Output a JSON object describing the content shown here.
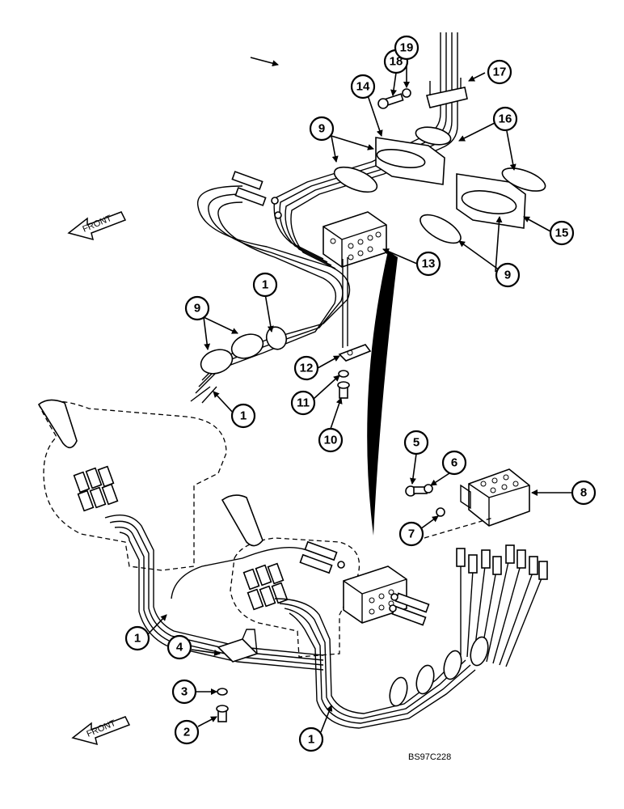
{
  "front_labels": [
    "FRONT",
    "FRONT"
  ],
  "figure_code": "BS97C228",
  "callouts": [
    {
      "id": "c1a",
      "label": "1"
    },
    {
      "id": "c1b",
      "label": "1"
    },
    {
      "id": "c1c",
      "label": "1"
    },
    {
      "id": "c1d",
      "label": "1"
    },
    {
      "id": "c2",
      "label": "2"
    },
    {
      "id": "c3",
      "label": "3"
    },
    {
      "id": "c4",
      "label": "4"
    },
    {
      "id": "c5",
      "label": "5"
    },
    {
      "id": "c6",
      "label": "6"
    },
    {
      "id": "c7",
      "label": "7"
    },
    {
      "id": "c8",
      "label": "8"
    },
    {
      "id": "c9a",
      "label": "9"
    },
    {
      "id": "c9b",
      "label": "9"
    },
    {
      "id": "c9c",
      "label": "9"
    },
    {
      "id": "c10",
      "label": "10"
    },
    {
      "id": "c11",
      "label": "11"
    },
    {
      "id": "c12",
      "label": "12"
    },
    {
      "id": "c13",
      "label": "13"
    },
    {
      "id": "c14",
      "label": "14"
    },
    {
      "id": "c15",
      "label": "15"
    },
    {
      "id": "c16",
      "label": "16"
    },
    {
      "id": "c17",
      "label": "17"
    },
    {
      "id": "c18",
      "label": "18"
    },
    {
      "id": "c19",
      "label": "19"
    }
  ]
}
